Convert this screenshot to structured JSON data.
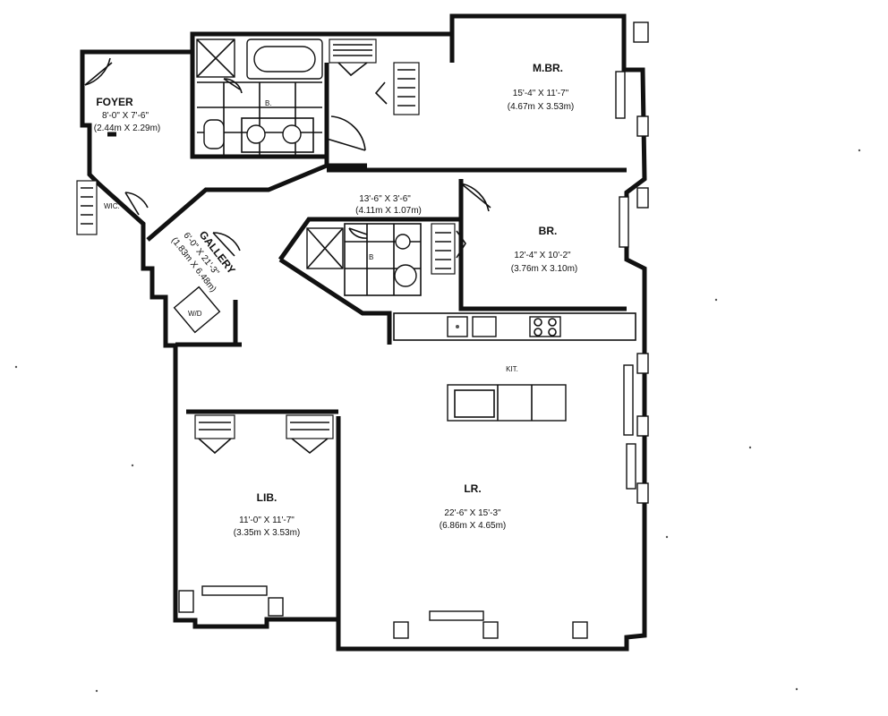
{
  "rooms": {
    "foyer": {
      "name": "FOYER",
      "dim_ft": "8'-0\" X 7'-6\"",
      "dim_m": "(2.44m X 2.29m)"
    },
    "wic": {
      "name": "WIC."
    },
    "gallery": {
      "name": "GALLERY",
      "dim_ft": "6'-0\" X 21'-3\"",
      "dim_m": "(1.83m X 6.48m)"
    },
    "wd": {
      "name": "W/D"
    },
    "bath1": {
      "name": "B."
    },
    "mbr": {
      "name": "M.BR.",
      "dim_ft": "15'-4\" X 11'-7\"",
      "dim_m": "(4.67m X 3.53m)"
    },
    "hall": {
      "dim_ft": "13'-6\" X 3'-6\"",
      "dim_m": "(4.11m X 1.07m)"
    },
    "bath2": {
      "name": "B"
    },
    "br": {
      "name": "BR.",
      "dim_ft": "12'-4\" X 10'-2\"",
      "dim_m": "(3.76m X 3.10m)"
    },
    "kit": {
      "name": "KIT."
    },
    "lib": {
      "name": "LIB.",
      "dim_ft": "11'-0\" X 11'-7\"",
      "dim_m": "(3.35m X 3.53m)"
    },
    "lr": {
      "name": "LR.",
      "dim_ft": "22'-6\" X 15'-3\"",
      "dim_m": "(6.86m X 4.65m)"
    }
  }
}
